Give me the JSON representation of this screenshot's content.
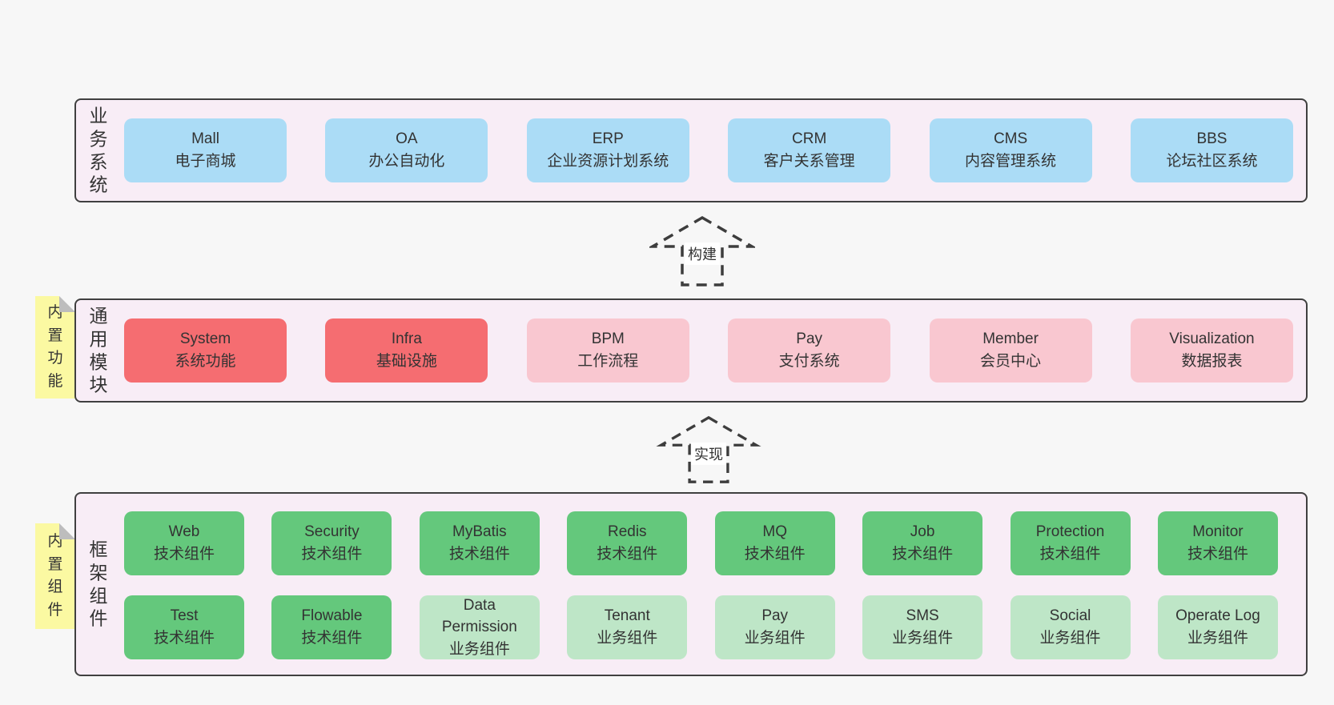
{
  "colors": {
    "page_bg": "#f7f7f7",
    "layer_bg": "#f8edf6",
    "layer_border": "#404040",
    "business_box": "#abdcf6",
    "core_module_box": "#f56d71",
    "module_box": "#f9c7d0",
    "tech_component_box": "#64c87c",
    "biz_component_box": "#bee6c7",
    "note_bg": "#fbf9a2",
    "text": "#333333"
  },
  "arrows": [
    {
      "label": "构建"
    },
    {
      "label": "实现"
    }
  ],
  "notes": [
    {
      "text": "内置功能"
    },
    {
      "text": "内置组件"
    }
  ],
  "layers": [
    {
      "label": "业务系统",
      "boxes": [
        {
          "title": "Mall",
          "subtitle": "电子商城"
        },
        {
          "title": "OA",
          "subtitle": "办公自动化"
        },
        {
          "title": "ERP",
          "subtitle": "企业资源计划系统"
        },
        {
          "title": "CRM",
          "subtitle": "客户关系管理"
        },
        {
          "title": "CMS",
          "subtitle": "内容管理系统"
        },
        {
          "title": "BBS",
          "subtitle": "论坛社区系统"
        }
      ]
    },
    {
      "label": "通用模块",
      "boxes": [
        {
          "title": "System",
          "subtitle": "系统功能"
        },
        {
          "title": "Infra",
          "subtitle": "基础设施"
        },
        {
          "title": "BPM",
          "subtitle": "工作流程"
        },
        {
          "title": "Pay",
          "subtitle": "支付系统"
        },
        {
          "title": "Member",
          "subtitle": "会员中心"
        },
        {
          "title": "Visualization",
          "subtitle": "数据报表"
        }
      ]
    },
    {
      "label": "框架组件",
      "rows": [
        [
          {
            "title": "Web",
            "subtitle": "技术组件"
          },
          {
            "title": "Security",
            "subtitle": "技术组件"
          },
          {
            "title": "MyBatis",
            "subtitle": "技术组件"
          },
          {
            "title": "Redis",
            "subtitle": "技术组件"
          },
          {
            "title": "MQ",
            "subtitle": "技术组件"
          },
          {
            "title": "Job",
            "subtitle": "技术组件"
          },
          {
            "title": "Protection",
            "subtitle": "技术组件"
          },
          {
            "title": "Monitor",
            "subtitle": "技术组件"
          }
        ],
        [
          {
            "title": "Test",
            "subtitle": "技术组件"
          },
          {
            "title": "Flowable",
            "subtitle": "技术组件"
          },
          {
            "title": "Data Permission",
            "subtitle": "业务组件"
          },
          {
            "title": "Tenant",
            "subtitle": "业务组件"
          },
          {
            "title": "Pay",
            "subtitle": "业务组件"
          },
          {
            "title": "SMS",
            "subtitle": "业务组件"
          },
          {
            "title": "Social",
            "subtitle": "业务组件"
          },
          {
            "title": "Operate Log",
            "subtitle": "业务组件"
          }
        ]
      ]
    }
  ]
}
